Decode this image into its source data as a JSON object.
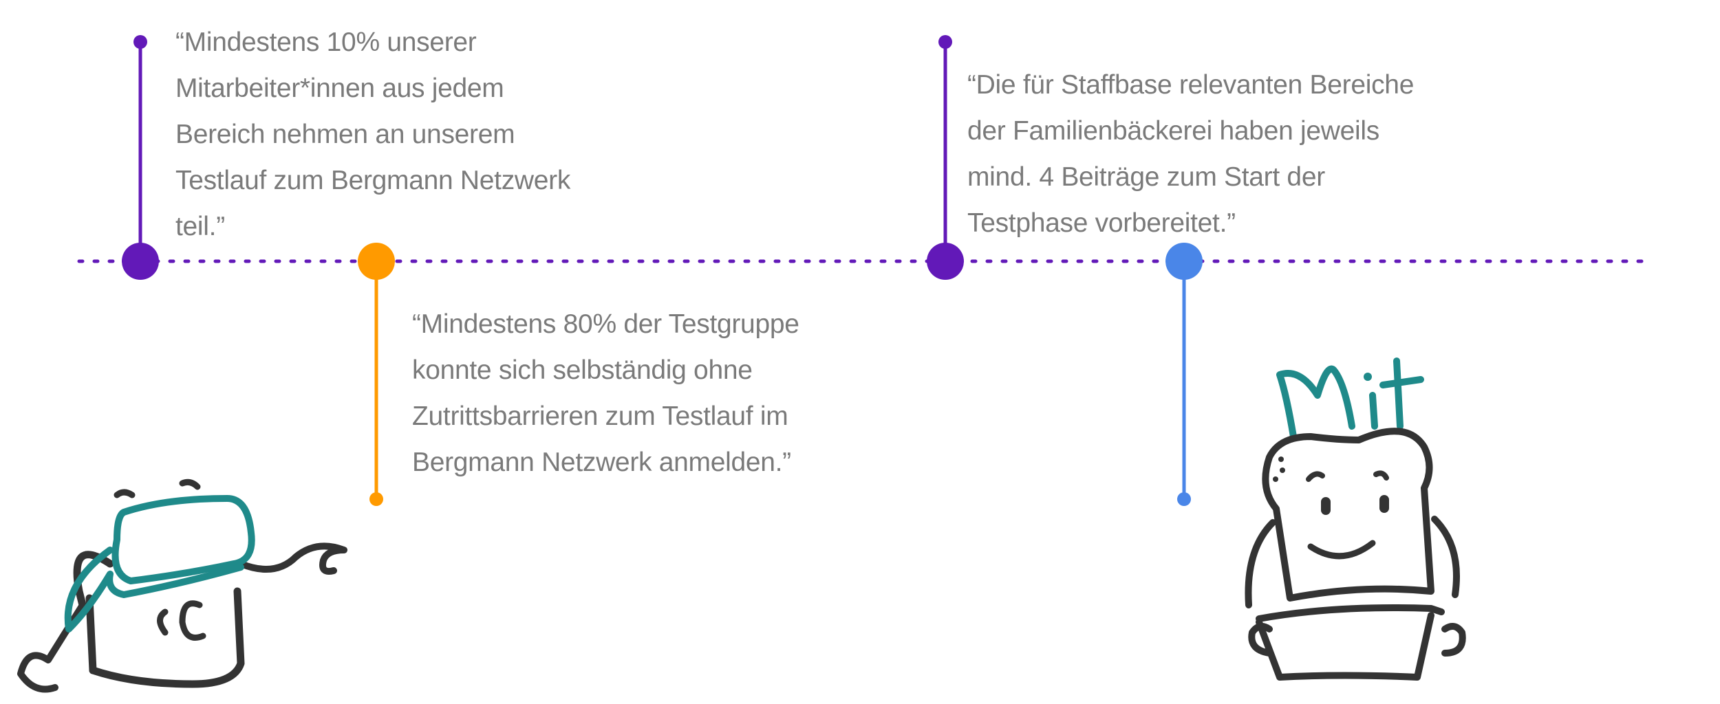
{
  "colors": {
    "purple": "#6219b8",
    "orange": "#ff9a00",
    "blue": "#4a86e8",
    "text": "#7a7a7a",
    "teal": "#1f8a8a",
    "ink": "#333333"
  },
  "milestones": [
    {
      "color": "purple",
      "lines": [
        "“Mindestens 10% unserer",
        "Mitarbeiter*innen aus jedem",
        "Bereich nehmen an unserem",
        "Testlauf zum Bergmann Netzwerk",
        "teil.”"
      ]
    },
    {
      "color": "orange",
      "lines": [
        "“Mindestens 80% der Testgruppe",
        "konnte sich selbständig ohne",
        "Zutrittsbarrieren zum Testlauf im",
        "Bergmann Netzwerk anmelden.”"
      ]
    },
    {
      "color": "purple",
      "lines": [
        "“Die für Staffbase relevanten Bereiche",
        "der Familienbäckerei haben jeweils",
        "mind. 4 Beiträge zum Start der",
        "Testphase vorbereitet.”"
      ]
    },
    {
      "color": "blue",
      "lines": []
    }
  ],
  "illustrations": {
    "bread_mascot_lettering": "Mit"
  }
}
